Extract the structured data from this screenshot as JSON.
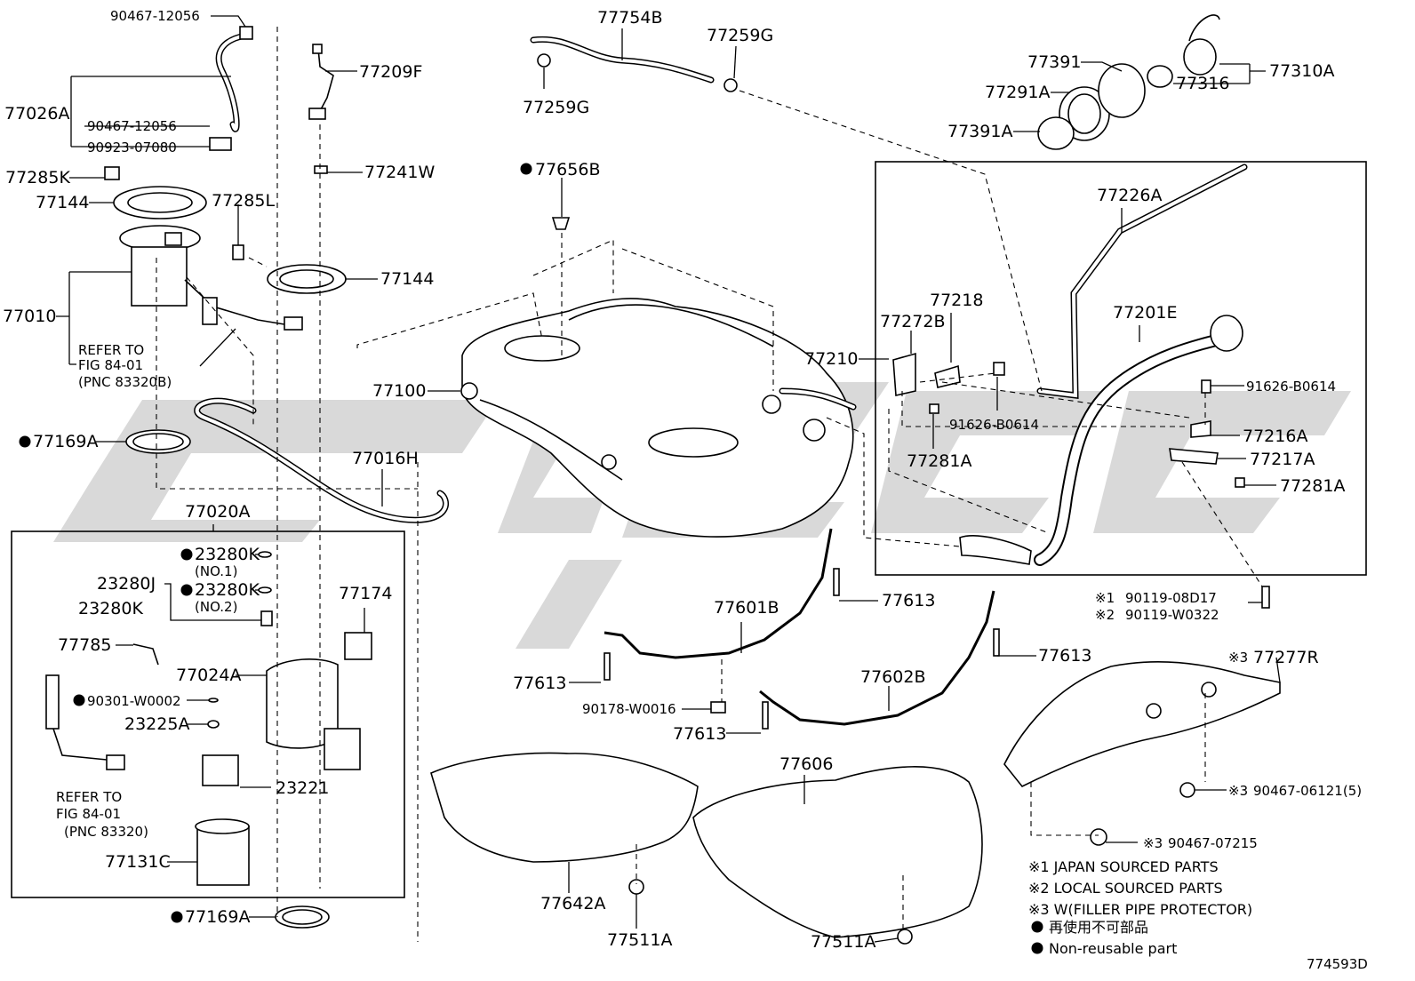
{
  "diagram_code": "774593D",
  "labels": {
    "p90467_12056_top": "90467-12056",
    "p77026A": "77026A",
    "p90467_12056_mid": "90467-12056",
    "p90923_07080": "90923-07080",
    "p77285K": "77285K",
    "p77144_left": "77144",
    "p77285L": "77285L",
    "p77144_right": "77144",
    "p77010": "77010",
    "refer_top_1": "REFER TO",
    "refer_top_2": "FIG 84-01",
    "refer_top_3": "(PNC 83320B)",
    "p77169A_top": "77169A",
    "p77209F": "77209F",
    "p77241W": "77241W",
    "p77754B": "77754B",
    "p77259G_right": "77259G",
    "p77259G_left": "77259G",
    "p77656B": "77656B",
    "p77100": "77100",
    "p77016H": "77016H",
    "p77020A": "77020A",
    "p23280K_no1": "23280K",
    "no1": "(NO.1)",
    "p23280J": "23280J",
    "p23280K_no2": "23280K",
    "no2": "(NO.2)",
    "p23280K_left": "23280K",
    "p77174": "77174",
    "p77785": "77785",
    "p77024A": "77024A",
    "p90301_W0002": "90301-W0002",
    "p23225A": "23225A",
    "p23221": "23221",
    "refer_bot_1": "REFER TO",
    "refer_bot_2": "FIG 84-01",
    "refer_bot_3": "(PNC 83320)",
    "p77131C": "77131C",
    "p77169A_bot": "77169A",
    "p77391": "77391",
    "p77291A": "77291A",
    "p77391A": "77391A",
    "p77316": "77316",
    "p77310A": "77310A",
    "p77226A": "77226A",
    "p77218": "77218",
    "p77272B": "77272B",
    "p77201E": "77201E",
    "p77210": "77210",
    "p91626_B0614_left": "91626-B0614",
    "p91626_B0614_right": "91626-B0614",
    "p77216A": "77216A",
    "p77217A": "77217A",
    "p77281A_left": "77281A",
    "p77281A_right": "77281A",
    "p90119_08D17": "90119-08D17",
    "p90119_W0322": "90119-W0322",
    "mark1": "※1",
    "mark2": "※2",
    "p77601B": "77601B",
    "p77613_a": "77613",
    "p77613_b": "77613",
    "p77613_c": "77613",
    "p77613_d": "77613",
    "p90178_W0016": "90178-W0016",
    "p77602B": "77602B",
    "p77277R": "77277R",
    "mark3_a": "※3",
    "p90467_06121": "90467-06121(5)",
    "mark3_b": "※3",
    "p90467_07215": "90467-07215",
    "mark3_c": "※3",
    "p77606": "77606",
    "p77642A": "77642A",
    "p77511A_left": "77511A",
    "p77511A_right": "77511A"
  },
  "legend": {
    "l1": "※1 JAPAN SOURCED PARTS",
    "l2": "※2 LOCAL SOURCED PARTS",
    "l3": "※3 W(FILLER PIPE PROTECTOR)",
    "l4": "再使用不可部品",
    "l5": "Non-reusable part"
  }
}
